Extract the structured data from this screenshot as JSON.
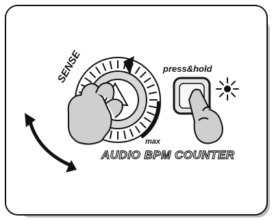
{
  "diagram": {
    "sense_label": "SENSE",
    "max_label": "max",
    "press_hold_label": "press&hold",
    "product_label": "AUDIO BPM COUNTER"
  },
  "colors": {
    "outline": "#111111",
    "panel_fill": "#ffffff",
    "panel_shadow": "#bdbdbd",
    "hand_fill": "#cfcfcf",
    "button_fill": "#e6e6e6",
    "dial_fill": "#d9d9d9"
  },
  "icons": [
    "rotate-arrow-icon",
    "knob-icon",
    "hand-icon",
    "button-icon",
    "light-burst-icon"
  ]
}
